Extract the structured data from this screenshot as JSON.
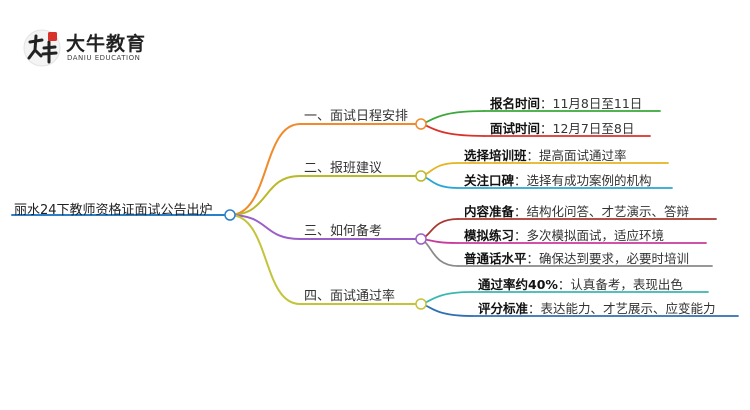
{
  "logo": {
    "name_cn": "大牛教育",
    "name_en": "DANIU EDUCATION"
  },
  "mindmap": {
    "root": "丽水24下教师资格证面试公告出炉",
    "root_color": "#2a7fc9",
    "branches": [
      {
        "label": "一、面试日程安排",
        "color": "#f08a2b",
        "leaves": [
          {
            "key": "报名时间",
            "sep": "：",
            "value": "11月8日至11日",
            "color": "#3aa83a"
          },
          {
            "key": "面试时间",
            "sep": "：",
            "value": "12月7日至8日",
            "color": "#d9322b"
          }
        ]
      },
      {
        "label": "二、报班建议",
        "color": "#b9b92a",
        "leaves": [
          {
            "key": "选择培训班",
            "sep": "：",
            "value": "提高面试通过率",
            "color": "#e5b422"
          },
          {
            "key": "关注口碑",
            "sep": "：",
            "value": "选择有成功案例的机构",
            "color": "#2aa6d6"
          }
        ]
      },
      {
        "label": "三、如何备考",
        "color": "#9a5fc7",
        "leaves": [
          {
            "key": "内容准备",
            "sep": "：",
            "value": "结构化问答、才艺演示、答辩",
            "color": "#a8372f"
          },
          {
            "key": "模拟练习",
            "sep": "：",
            "value": "多次模拟面试，适应环境",
            "color": "#c83a9a"
          },
          {
            "key": "普通话水平",
            "sep": "：",
            "value": "确保达到要求，必要时培训",
            "color": "#8a8a8a"
          }
        ]
      },
      {
        "label": "四、面试通过率",
        "color": "#c4c43a",
        "leaves": [
          {
            "key": "通过率约40%",
            "sep": "：",
            "value": "认真备考，表现出色",
            "color": "#3ab8b0"
          },
          {
            "key": "评分标准",
            "sep": "：",
            "value": "表达能力、才艺展示、应变能力",
            "color": "#2f6fb5"
          }
        ]
      }
    ]
  }
}
